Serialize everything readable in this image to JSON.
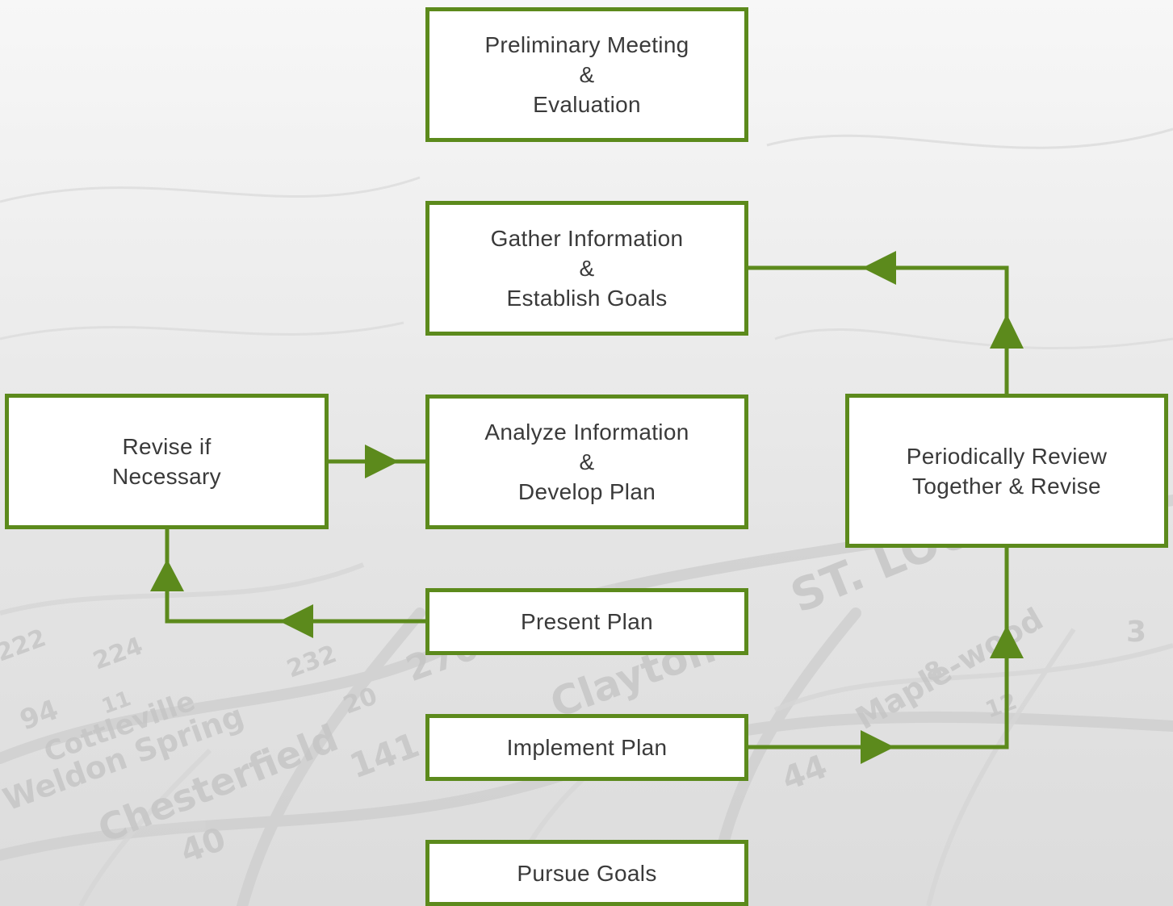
{
  "colors": {
    "accent": "#5c8a1c",
    "box_fill": "#ffffff",
    "text": "#3a3a3a"
  },
  "nodes": {
    "preliminary": {
      "lines": [
        "Preliminary Meeting",
        "&",
        "Evaluation"
      ]
    },
    "gather": {
      "lines": [
        "Gather Information",
        "&",
        "Establish Goals"
      ]
    },
    "analyze": {
      "lines": [
        "Analyze Information",
        "&",
        "Develop Plan"
      ]
    },
    "revise": {
      "lines": [
        "Revise if",
        "Necessary"
      ]
    },
    "review": {
      "lines": [
        "Periodically Review",
        "Together & Revise"
      ]
    },
    "present": {
      "lines": [
        "Present Plan"
      ]
    },
    "implement": {
      "lines": [
        "Implement Plan"
      ]
    },
    "pursue": {
      "lines": [
        "Pursue Goals"
      ]
    }
  },
  "background_map_labels": [
    "94",
    "11",
    "Cottleville",
    "Weldon Spring",
    "Chesterfield",
    "40",
    "141",
    "270",
    "Clayton",
    "44",
    "Maple-wood",
    "ST. LOUIS",
    "3",
    "222",
    "224",
    "232",
    "20",
    "8",
    "12"
  ]
}
